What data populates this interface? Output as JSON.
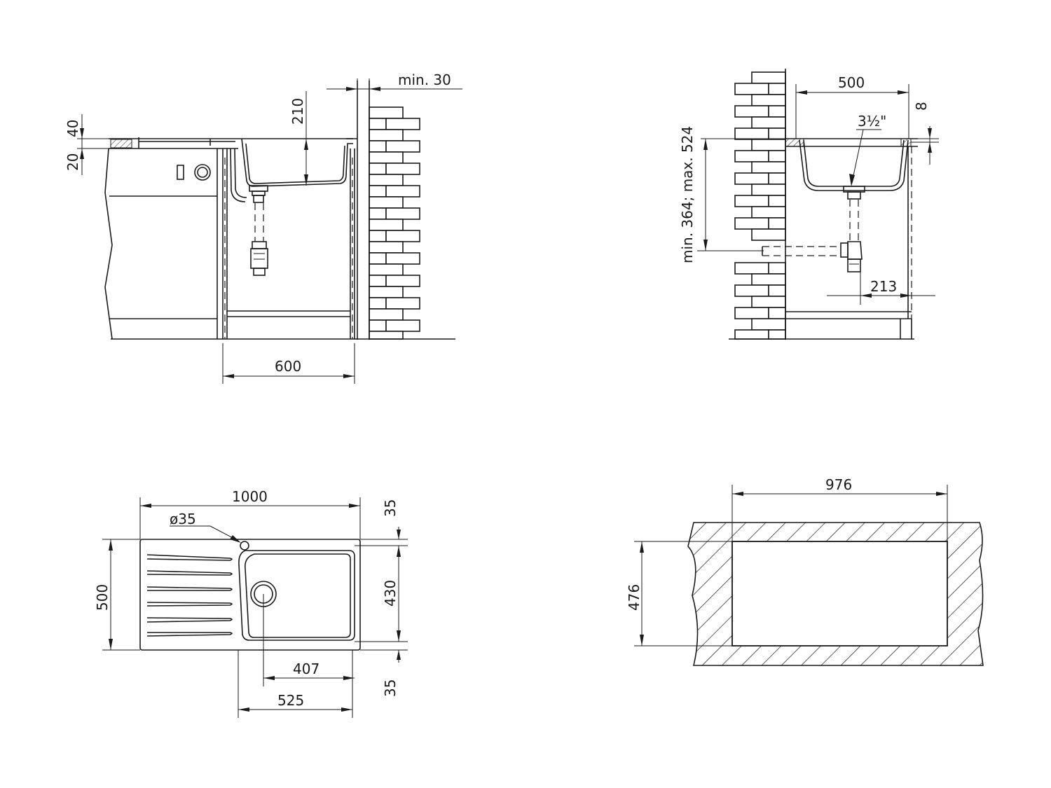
{
  "side_view": {
    "dim_min_wall": "min. 30",
    "dim_depth": "210",
    "dim_thickness_top": "40",
    "dim_thickness_bottom": "20",
    "dim_cabinet_width": "600"
  },
  "front_view": {
    "dim_bowl_width": "500",
    "dim_rim": "8",
    "dim_drain_size": "3½\"",
    "dim_drain_height": "min. 364; max. 524",
    "dim_trap_offset": "213"
  },
  "plan_view": {
    "dim_total_length": "1000",
    "dim_tap_hole": "ø35",
    "dim_total_width": "500",
    "dim_margin_top": "35",
    "dim_bowl_depth": "430",
    "dim_margin_bottom": "35",
    "dim_drain_offset": "407",
    "dim_bowl_length": "525"
  },
  "cutout_view": {
    "dim_cutout_length": "976",
    "dim_cutout_width": "476"
  }
}
